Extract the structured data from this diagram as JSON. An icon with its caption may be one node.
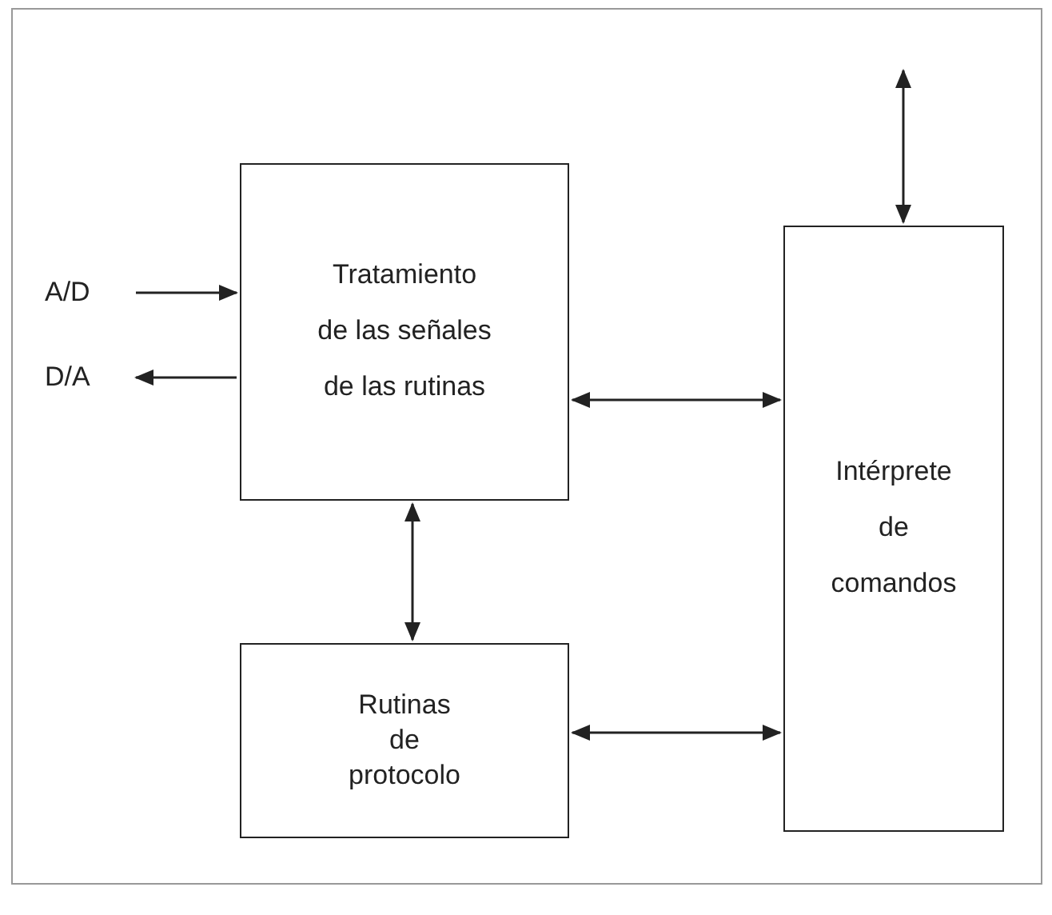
{
  "diagram": {
    "nodes": [
      {
        "text": [
          "Tratamiento de las señales de las rutinas"
        ]
      },
      {
        "text": [
          "Rutinas de protocolo"
        ]
      },
      {
        "text": [
          "Intérprete de comandos"
        ]
      },
      {
        "text": [
          "A/D"
        ]
      },
      {
        "text": [
          "D/A"
        ]
      }
    ],
    "edges": [
      {
        "from": 3,
        "to": 0,
        "arrow": "to"
      },
      {
        "from": 0,
        "to": 4,
        "arrow": "to"
      },
      {
        "from": 0,
        "to": 2,
        "arrow": "both"
      },
      {
        "from": 0,
        "to": 1,
        "arrow": "both"
      },
      {
        "from": 1,
        "to": 2,
        "arrow": "both"
      },
      {
        "from": null,
        "to": 2,
        "arrow": "both"
      }
    ]
  }
}
